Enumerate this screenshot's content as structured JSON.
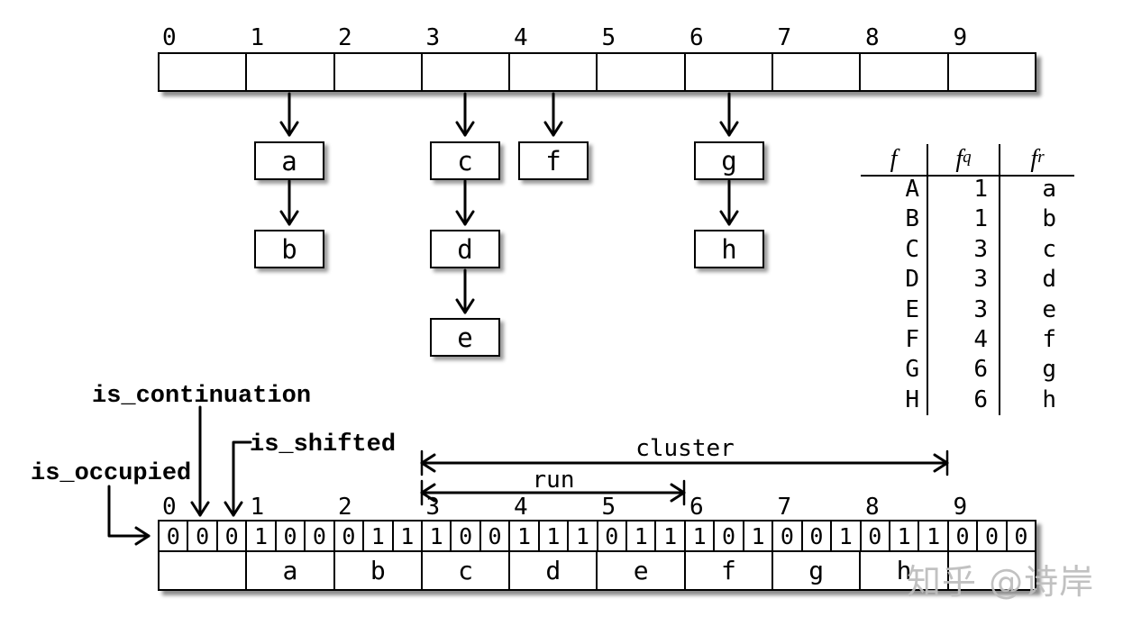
{
  "top_array": {
    "slot_labels": [
      "0",
      "1",
      "2",
      "3",
      "4",
      "5",
      "6",
      "7",
      "8",
      "9"
    ]
  },
  "chains": {
    "a": "a",
    "b": "b",
    "c": "c",
    "d": "d",
    "e": "e",
    "f": "f",
    "g": "g",
    "h": "h"
  },
  "fingerprint_table": {
    "header": {
      "f": "f",
      "fq_base": "f",
      "fq_sub": "q",
      "fr_base": "f",
      "fr_sub": "r"
    },
    "rows": [
      {
        "f": "A",
        "fq": "1",
        "fr": "a"
      },
      {
        "f": "B",
        "fq": "1",
        "fr": "b"
      },
      {
        "f": "C",
        "fq": "3",
        "fr": "c"
      },
      {
        "f": "D",
        "fq": "3",
        "fr": "d"
      },
      {
        "f": "E",
        "fq": "3",
        "fr": "e"
      },
      {
        "f": "F",
        "fq": "4",
        "fr": "f"
      },
      {
        "f": "G",
        "fq": "6",
        "fr": "g"
      },
      {
        "f": "H",
        "fq": "6",
        "fr": "h"
      }
    ]
  },
  "flag_labels": {
    "is_occupied": "is_occupied",
    "is_continuation": "is_continuation",
    "is_shifted": "is_shifted"
  },
  "spans": {
    "cluster": "cluster",
    "run": "run"
  },
  "bit_array": {
    "slot_labels": [
      "0",
      "1",
      "2",
      "3",
      "4",
      "5",
      "6",
      "7",
      "8",
      "9"
    ],
    "bits": [
      "0",
      "0",
      "0",
      "1",
      "0",
      "0",
      "0",
      "1",
      "1",
      "1",
      "0",
      "0",
      "1",
      "1",
      "1",
      "0",
      "1",
      "1",
      "1",
      "0",
      "1",
      "0",
      "0",
      "1",
      "0",
      "1",
      "1",
      "0",
      "0",
      "0"
    ],
    "slot_values": [
      "",
      "a",
      "b",
      "c",
      "d",
      "e",
      "f",
      "g",
      "h",
      ""
    ]
  },
  "watermark": "知乎 @诗岸"
}
